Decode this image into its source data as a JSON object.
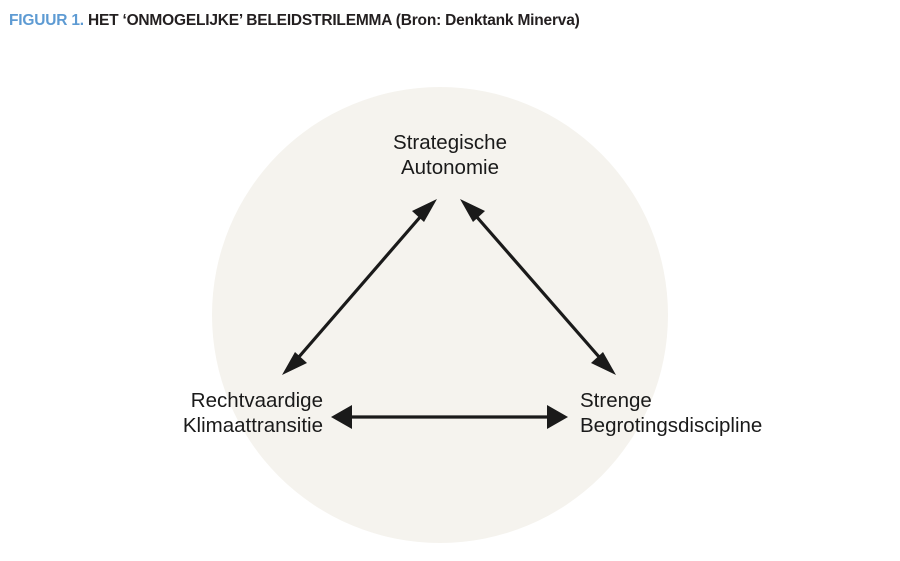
{
  "figure": {
    "label": "FIGUUR 1.",
    "caption": " HET ‘ONMOGELIJKE’ BELEIDSTRILEMMA (Bron: Denktank Minerva)",
    "label_color": "#5e9bd3",
    "caption_color": "#231f20"
  },
  "diagram": {
    "type": "trilemma-triangle",
    "background_circle_color": "#f5f3ee",
    "page_background_color": "#ffffff",
    "arrow_color": "#1a1a1a",
    "nodes": [
      {
        "id": "strategische-autonomie",
        "label": "Strategische\nAutonomie",
        "position": "top"
      },
      {
        "id": "rechtvaardige-klimaattransitie",
        "label": "Rechtvaardige\nKlimaattransitie",
        "position": "bottom-left"
      },
      {
        "id": "strenge-begrotingsdiscipline",
        "label": "Strenge\nBegrotingsdiscipline",
        "position": "bottom-right"
      }
    ],
    "connections": [
      {
        "id": "left-diagonal",
        "from": "rechtvaardige-klimaattransitie",
        "to": "strategische-autonomie",
        "style": "double-headed"
      },
      {
        "id": "right-diagonal",
        "from": "strategische-autonomie",
        "to": "strenge-begrotingsdiscipline",
        "style": "double-headed"
      },
      {
        "id": "bottom-horizontal",
        "from": "rechtvaardige-klimaattransitie",
        "to": "strenge-begrotingsdiscipline",
        "style": "double-headed"
      }
    ]
  }
}
